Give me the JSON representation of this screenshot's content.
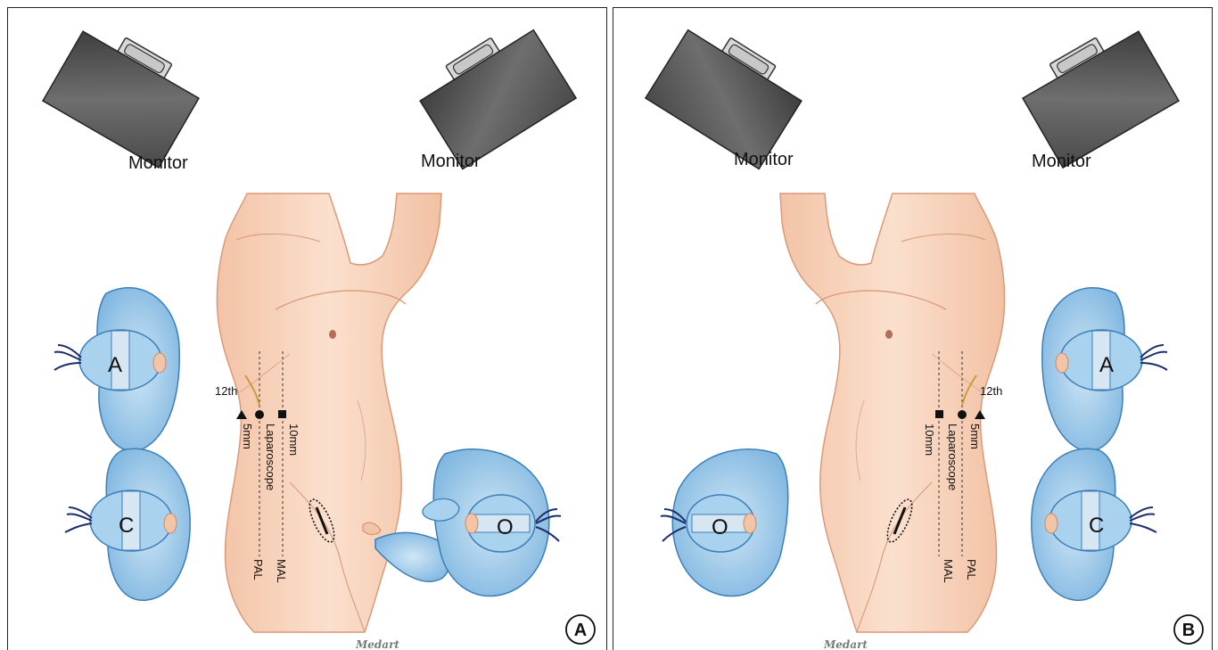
{
  "panels": [
    {
      "id": "A",
      "badge": "A",
      "monitor_left": "Monitor",
      "monitor_right": "Monitor",
      "rib_label": "12th",
      "port_5mm": "5mm",
      "port_laparoscope": "Laparoscope",
      "port_10mm": "10mm",
      "line_pal": "PAL",
      "line_mal": "MAL",
      "person_assistant": "A",
      "person_camera": "C",
      "person_operator": "O",
      "credit": "Medart"
    },
    {
      "id": "B",
      "badge": "B",
      "monitor_left": "Monitor",
      "monitor_right": "Monitor",
      "rib_label": "12th",
      "port_5mm": "5mm",
      "port_laparoscope": "Laparoscope",
      "port_10mm": "10mm",
      "line_pal": "PAL",
      "line_mal": "MAL",
      "person_assistant": "A",
      "person_camera": "C",
      "person_operator": "O",
      "credit": "Medart"
    }
  ],
  "colors": {
    "skin": "#f7d2bb",
    "skin_outline": "#d99a7a",
    "gown": "#8fc3e6",
    "gown_outline": "#3c7fb6",
    "monitor": "#5a5a5a",
    "marker": "#111111"
  }
}
